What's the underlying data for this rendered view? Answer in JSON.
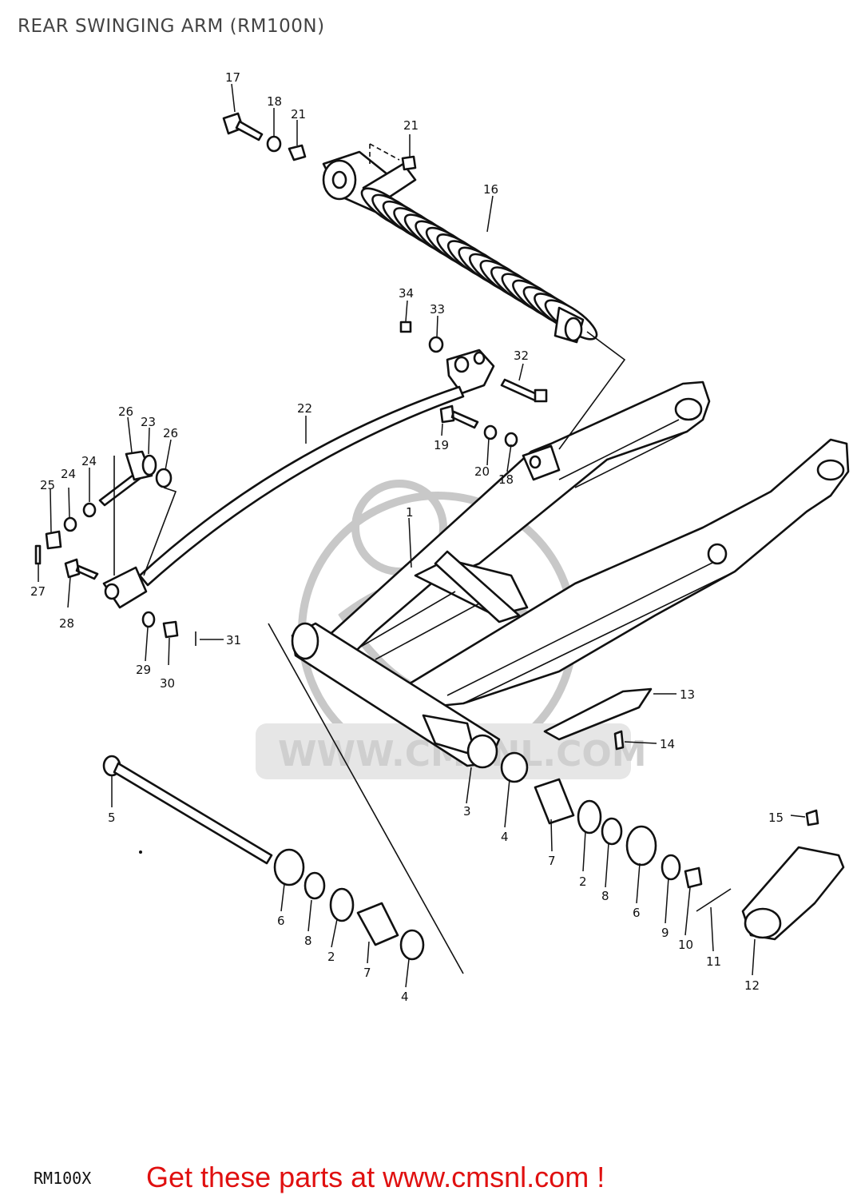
{
  "title": "REAR SWINGING ARM (RM100N)",
  "footer": {
    "model_code": "RM100X",
    "cta": "Get these parts at www.cmsnl.com !"
  },
  "watermark": {
    "text": "WWW.CMSNL.COM"
  },
  "colors": {
    "cta": "#e01010",
    "line": "#111111",
    "watermark": "#cfcfcf"
  },
  "callouts": [
    {
      "ref": "17"
    },
    {
      "ref": "18"
    },
    {
      "ref": "21"
    },
    {
      "ref": "21"
    },
    {
      "ref": "16"
    },
    {
      "ref": "34"
    },
    {
      "ref": "33"
    },
    {
      "ref": "32"
    },
    {
      "ref": "22"
    },
    {
      "ref": "26"
    },
    {
      "ref": "23"
    },
    {
      "ref": "26"
    },
    {
      "ref": "19"
    },
    {
      "ref": "20"
    },
    {
      "ref": "18"
    },
    {
      "ref": "24"
    },
    {
      "ref": "24"
    },
    {
      "ref": "25"
    },
    {
      "ref": "1"
    },
    {
      "ref": "27"
    },
    {
      "ref": "28"
    },
    {
      "ref": "29"
    },
    {
      "ref": "30"
    },
    {
      "ref": "31"
    },
    {
      "ref": "13"
    },
    {
      "ref": "14"
    },
    {
      "ref": "5"
    },
    {
      "ref": "3"
    },
    {
      "ref": "4"
    },
    {
      "ref": "7"
    },
    {
      "ref": "2"
    },
    {
      "ref": "8"
    },
    {
      "ref": "6"
    },
    {
      "ref": "9"
    },
    {
      "ref": "10"
    },
    {
      "ref": "11"
    },
    {
      "ref": "15"
    },
    {
      "ref": "12"
    },
    {
      "ref": "6"
    },
    {
      "ref": "8"
    },
    {
      "ref": "2"
    },
    {
      "ref": "7"
    },
    {
      "ref": "4"
    }
  ]
}
